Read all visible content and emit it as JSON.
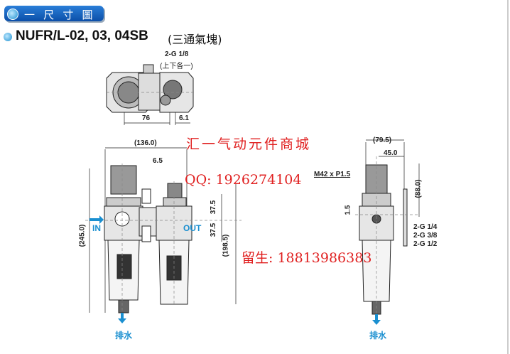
{
  "header": {
    "section_title": "一 尺 寸 圖",
    "model_title": "NUFR/L-02, 03, 04SB",
    "model_subtitle": "(三通氣塊)"
  },
  "top_view": {
    "port_label": "2-G 1/8",
    "port_note": "(上下各一)",
    "dim_76": "76",
    "dim_6_1": "6.1"
  },
  "front_view": {
    "dim_136": "(136.0)",
    "dim_6_5": "6.5",
    "dim_245": "(245.0)",
    "dim_198_5": "(198.5)",
    "dim_37_5_top": "37.5",
    "dim_37_5_bottom": "37.5",
    "in_label": "IN",
    "out_label": "OUT",
    "drain_label": "排水"
  },
  "side_view": {
    "dim_79_5": "(79.5)",
    "dim_45": "45.0",
    "dim_88": "(88.0)",
    "dim_1_5": "1.5",
    "thread_label": "M42 x P1.5",
    "ports": [
      "2-G 1/4",
      "2-G 3/8",
      "2-G 1/2"
    ],
    "drain_label": "排水"
  },
  "watermark": {
    "shop": "汇一气动元件商城",
    "qq": "QQ: 1926274104",
    "phone": "留生: 18813986383"
  },
  "colors": {
    "accent": "#1a8fd0",
    "watermark": "#e02020",
    "header": "#0b4fa8"
  }
}
